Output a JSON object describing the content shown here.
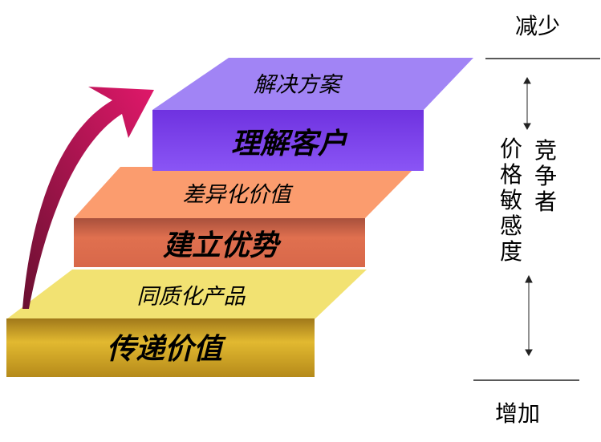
{
  "steps": [
    {
      "top_label": "解决方案",
      "front_label": "理解客户",
      "top_color": "#a184f5",
      "front_color": "#7a3ff0"
    },
    {
      "top_label": "差异化价值",
      "front_label": "建立优势",
      "top_color": "#fb9c6e",
      "front_color": "#d8684a"
    },
    {
      "top_label": "同质化产品",
      "front_label": "传递价值",
      "top_color": "#f2e272",
      "front_color": "#c99f1e"
    }
  ],
  "arrow_color": "#cc1560",
  "scale": {
    "top": "减少",
    "bottom": "增加",
    "price_sensitivity": "价格敏感度",
    "competitors": "竞争者"
  }
}
